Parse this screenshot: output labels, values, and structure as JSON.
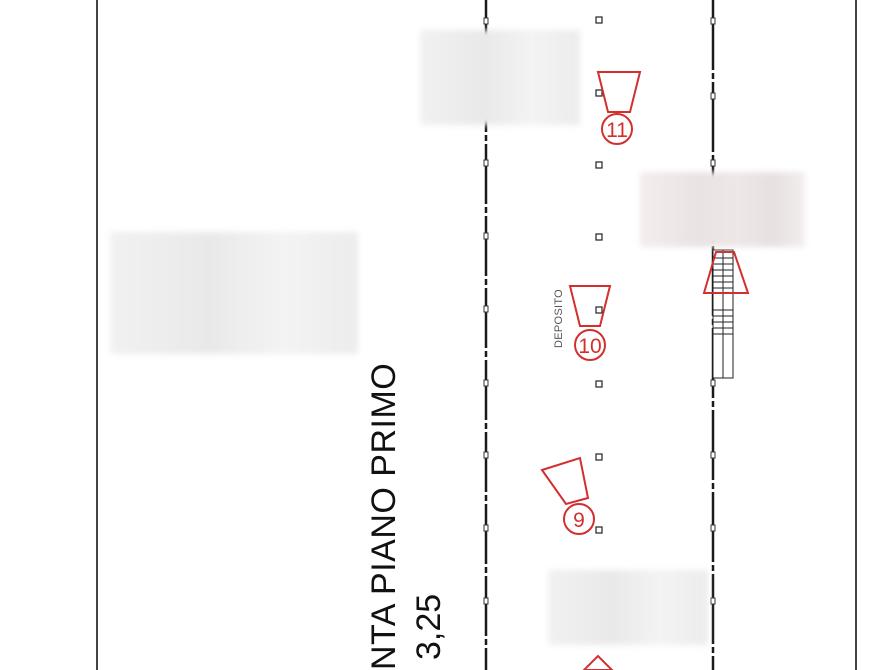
{
  "plan": {
    "title": "NTA PIANO PRIMO",
    "elevation": "3,25",
    "room_label": "DEPOSITO"
  },
  "markers": [
    {
      "number": "11"
    },
    {
      "number": "10"
    },
    {
      "number": "9"
    }
  ],
  "colors": {
    "line": "#1a1a1a",
    "marker": "#d32f2f",
    "background": "#ffffff"
  }
}
